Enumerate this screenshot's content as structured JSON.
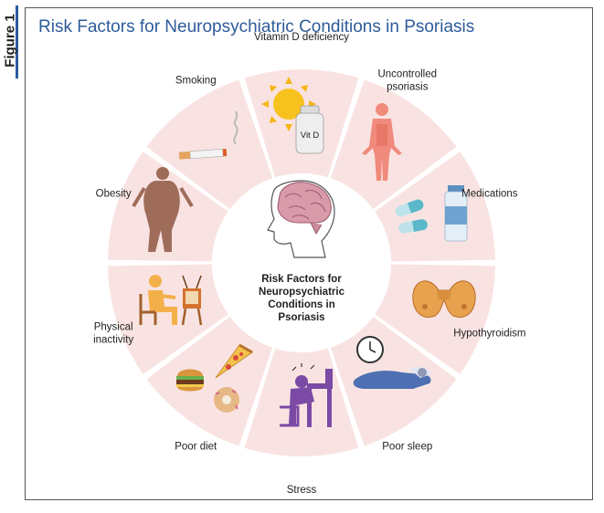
{
  "figure_tab": "Figure 1",
  "title": "Risk Factors for Neuropsychiatric Conditions in Psoriasis",
  "center": {
    "lines": [
      "Risk Factors for",
      "Neuropsychiatric",
      "Conditions in",
      "Psoriasis"
    ]
  },
  "factors": [
    {
      "lines": [
        "Vitamin D deficiency"
      ],
      "icon": "sun-and-vitamin-bottle-icon",
      "bottle_label": "Vit D"
    },
    {
      "lines": [
        "Uncontrolled",
        "psoriasis"
      ],
      "icon": "inflamed-body-icon"
    },
    {
      "lines": [
        "Medications"
      ],
      "icon": "pills-and-vial-icon"
    },
    {
      "lines": [
        "Hypothyroidism"
      ],
      "icon": "thyroid-icon"
    },
    {
      "lines": [
        "Poor sleep"
      ],
      "icon": "clock-and-sleeping-person-icon"
    },
    {
      "lines": [
        "Stress"
      ],
      "icon": "stressed-person-icon"
    },
    {
      "lines": [
        "Poor diet"
      ],
      "icon": "junk-food-icon"
    },
    {
      "lines": [
        "Physical",
        "inactivity"
      ],
      "icon": "person-watching-tv-icon"
    },
    {
      "lines": [
        "Obesity"
      ],
      "icon": "obese-person-icon"
    },
    {
      "lines": [
        "Smoking"
      ],
      "icon": "cigarette-icon"
    }
  ],
  "colors": {
    "accent": "#2e5c9a",
    "ring": "#f9e3e2",
    "tab_bar": "#2c5aa0"
  }
}
